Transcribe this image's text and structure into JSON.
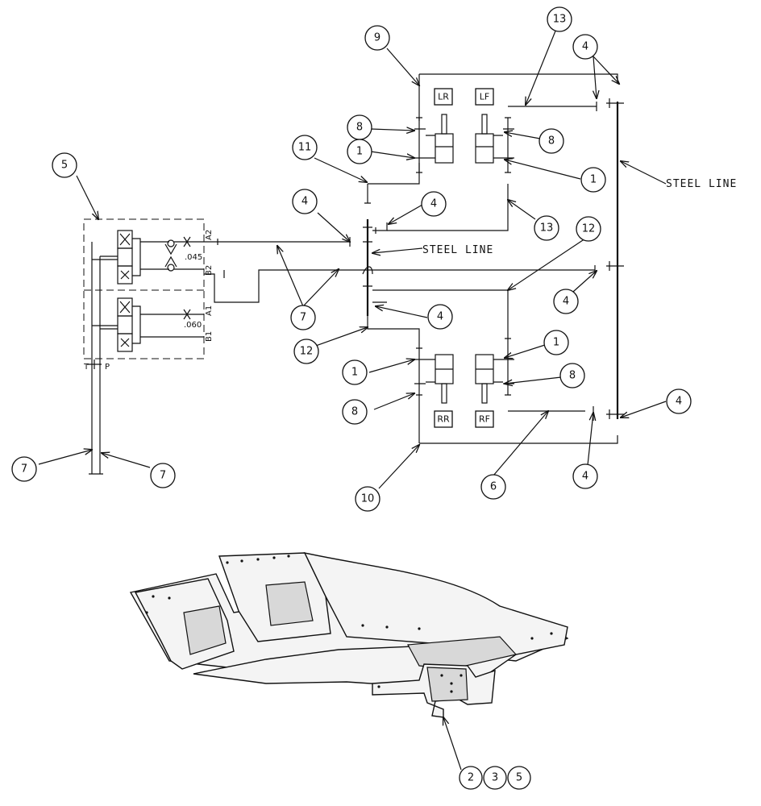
{
  "callouts": {
    "c1": "5",
    "c2": "9",
    "c3": "13",
    "c4": "4",
    "c5": "8",
    "c6": "8",
    "c7": "11",
    "c8": "1",
    "c9": "1",
    "c10": "4",
    "c11": "4",
    "c12": "13",
    "c13": "12",
    "c14": "7",
    "c15": "4",
    "c16": "4",
    "c17": "12",
    "c18": "1",
    "c19": "1",
    "c20": "8",
    "c21": "8",
    "c22": "4",
    "c23": "6",
    "c24": "4",
    "c25": "7",
    "c26": "7",
    "c27": "10",
    "c28": "2",
    "c29": "3",
    "c30": "5"
  },
  "labels": {
    "steel_line_right": "STEEL LINE",
    "steel_line_center": "STEEL LINE",
    "port_a2": "A2",
    "port_b2": "B2",
    "port_a1": "A1",
    "port_b1": "B1",
    "port_t": "T",
    "port_p": "P",
    "orifice_top": ".045",
    "orifice_bottom": ".060"
  },
  "cylinders": {
    "lr": "LR",
    "lf": "LF",
    "rr": "RR",
    "rf": "RF"
  }
}
